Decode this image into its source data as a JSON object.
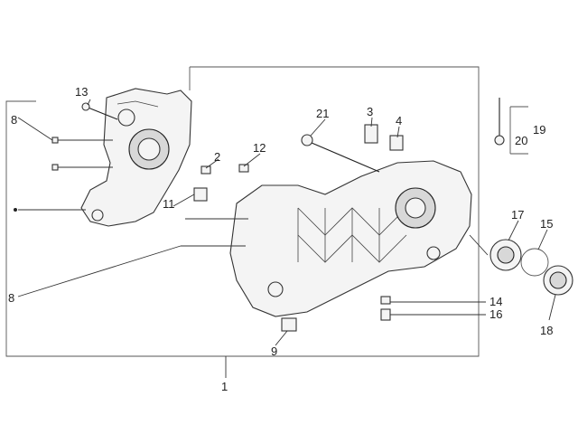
{
  "diagram": {
    "callouts": [
      {
        "id": "c1",
        "text": "1"
      },
      {
        "id": "c2",
        "text": "2"
      },
      {
        "id": "c3",
        "text": "3"
      },
      {
        "id": "c4",
        "text": "4"
      },
      {
        "id": "c8a",
        "text": "8"
      },
      {
        "id": "c8b",
        "text": "8"
      },
      {
        "id": "c9",
        "text": "9"
      },
      {
        "id": "c11",
        "text": "11"
      },
      {
        "id": "c12",
        "text": "12"
      },
      {
        "id": "c13",
        "text": "13"
      },
      {
        "id": "c14",
        "text": "14"
      },
      {
        "id": "c15",
        "text": "15"
      },
      {
        "id": "c16",
        "text": "16"
      },
      {
        "id": "c17",
        "text": "17"
      },
      {
        "id": "c18",
        "text": "18"
      },
      {
        "id": "c19",
        "text": "19"
      },
      {
        "id": "c20",
        "text": "20"
      },
      {
        "id": "c21",
        "text": "21"
      }
    ]
  }
}
